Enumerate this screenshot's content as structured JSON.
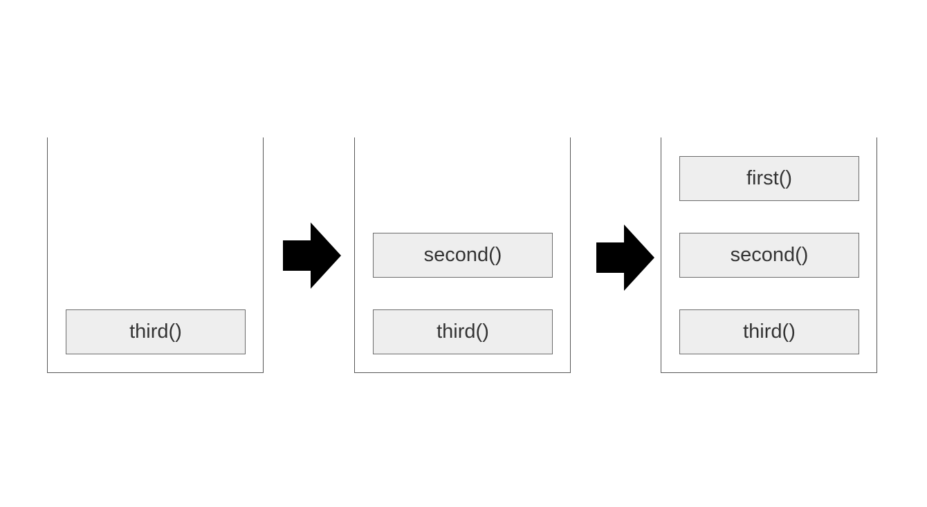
{
  "stacks": [
    {
      "frames": [
        "third()"
      ]
    },
    {
      "frames": [
        "second()",
        "third()"
      ]
    },
    {
      "frames": [
        "first()",
        "second()",
        "third()"
      ]
    }
  ],
  "arrows": [
    {
      "icon": "right-arrow-icon",
      "color": "#000000"
    },
    {
      "icon": "right-arrow-icon",
      "color": "#000000"
    }
  ],
  "colors": {
    "frame_fill": "#eeeeee",
    "frame_border": "#6b6b6b",
    "stack_border": "#555555",
    "text": "#333333"
  }
}
